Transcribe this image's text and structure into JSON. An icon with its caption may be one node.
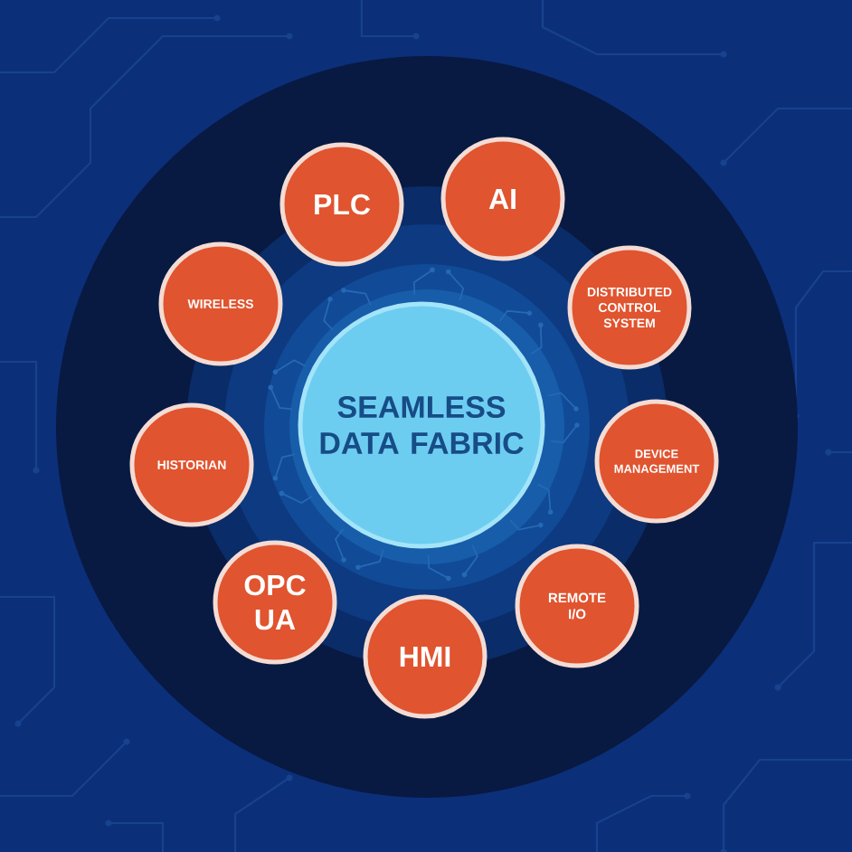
{
  "diagram": {
    "nodes": [
      {
        "text": [
          "SEAMLESS DATA FABRIC"
        ]
      },
      {
        "text": [
          "PLC"
        ]
      },
      {
        "text": [
          "AI"
        ]
      },
      {
        "text": [
          "DISTRIBUTED CONTROL SYSTEM"
        ]
      },
      {
        "text": [
          "DEVICE MANAGEMENT"
        ]
      },
      {
        "text": [
          "REMOTE I/O"
        ]
      },
      {
        "text": [
          "HMI"
        ]
      },
      {
        "text": [
          "OPC UA"
        ]
      },
      {
        "text": [
          "HISTORIAN"
        ]
      },
      {
        "text": [
          "WIRELESS"
        ]
      }
    ]
  }
}
